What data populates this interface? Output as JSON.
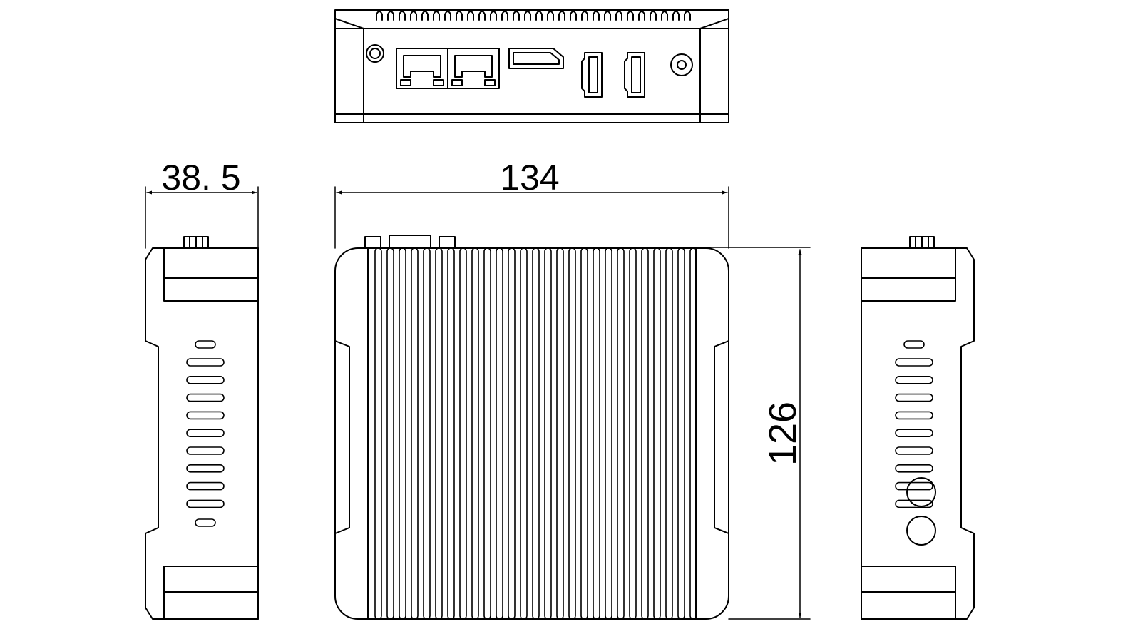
{
  "dimensions": {
    "depth": "38. 5",
    "width": "134",
    "height": "126"
  },
  "colors": {
    "line": "#000000",
    "background": "#ffffff"
  }
}
